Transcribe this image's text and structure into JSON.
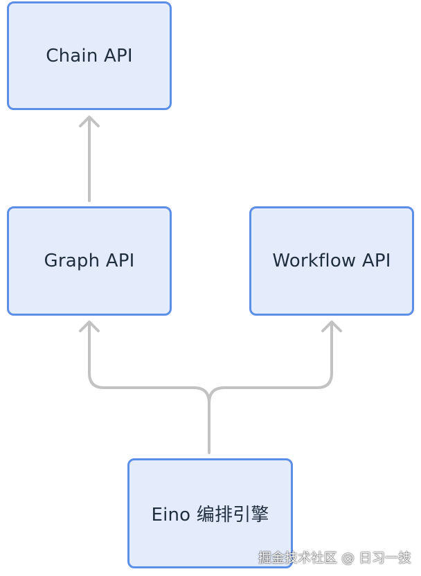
{
  "diagram": {
    "nodes": {
      "chain": {
        "label": "Chain API"
      },
      "graph": {
        "label": "Graph API"
      },
      "workflow": {
        "label": "Workflow API"
      },
      "eino": {
        "label": "Eino 编排引擎"
      }
    },
    "edges": [
      {
        "from": "graph",
        "to": "chain"
      },
      {
        "from": "eino",
        "to": "graph"
      },
      {
        "from": "eino",
        "to": "workflow"
      }
    ]
  },
  "colors": {
    "node_fill": "#e4ecfb",
    "node_border": "#5b8ee6",
    "connector": "#c2c2c2"
  },
  "watermark": {
    "text": "掘金技术社区 @ 日习一技"
  }
}
